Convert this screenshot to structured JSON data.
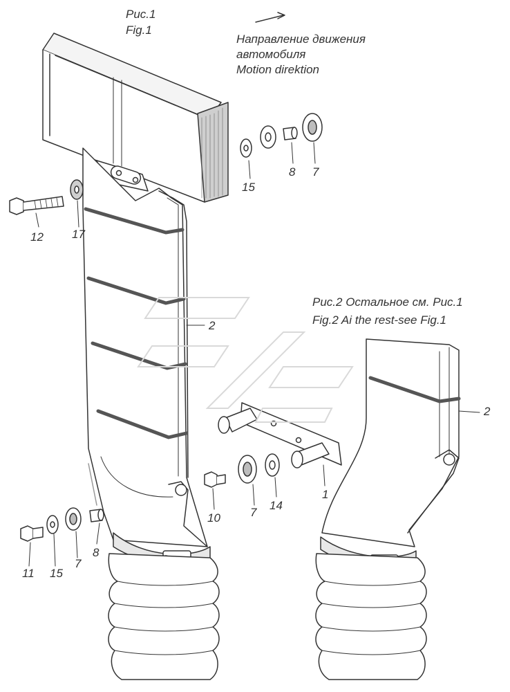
{
  "colors": {
    "ink": "#333333",
    "paper": "#ffffff",
    "shade": "#bdbdbd",
    "light_shade": "#d9d9d9"
  },
  "fig1": {
    "title_ru": "Рис.1",
    "title_en": "Fig.1"
  },
  "direction": {
    "line1_ru": "Направление движения",
    "line2_ru": "автомобиля",
    "line_en": "Motion direktion"
  },
  "fig2": {
    "caption_ru": "Рис.2 Остальное см. Рис.1",
    "caption_en": "Fig.2 Ai the rest-see Fig.1"
  },
  "callouts": {
    "n15_top": "15",
    "n8_top": "8",
    "n7_top": "7",
    "n12": "12",
    "n17": "17",
    "n2_fig1": "2",
    "n2_fig2": "2",
    "n1": "1",
    "n10": "10",
    "n7_mid": "7",
    "n14": "14",
    "n11": "11",
    "n15_bottom": "15",
    "n7_bottom": "7",
    "n8_bottom": "8"
  }
}
